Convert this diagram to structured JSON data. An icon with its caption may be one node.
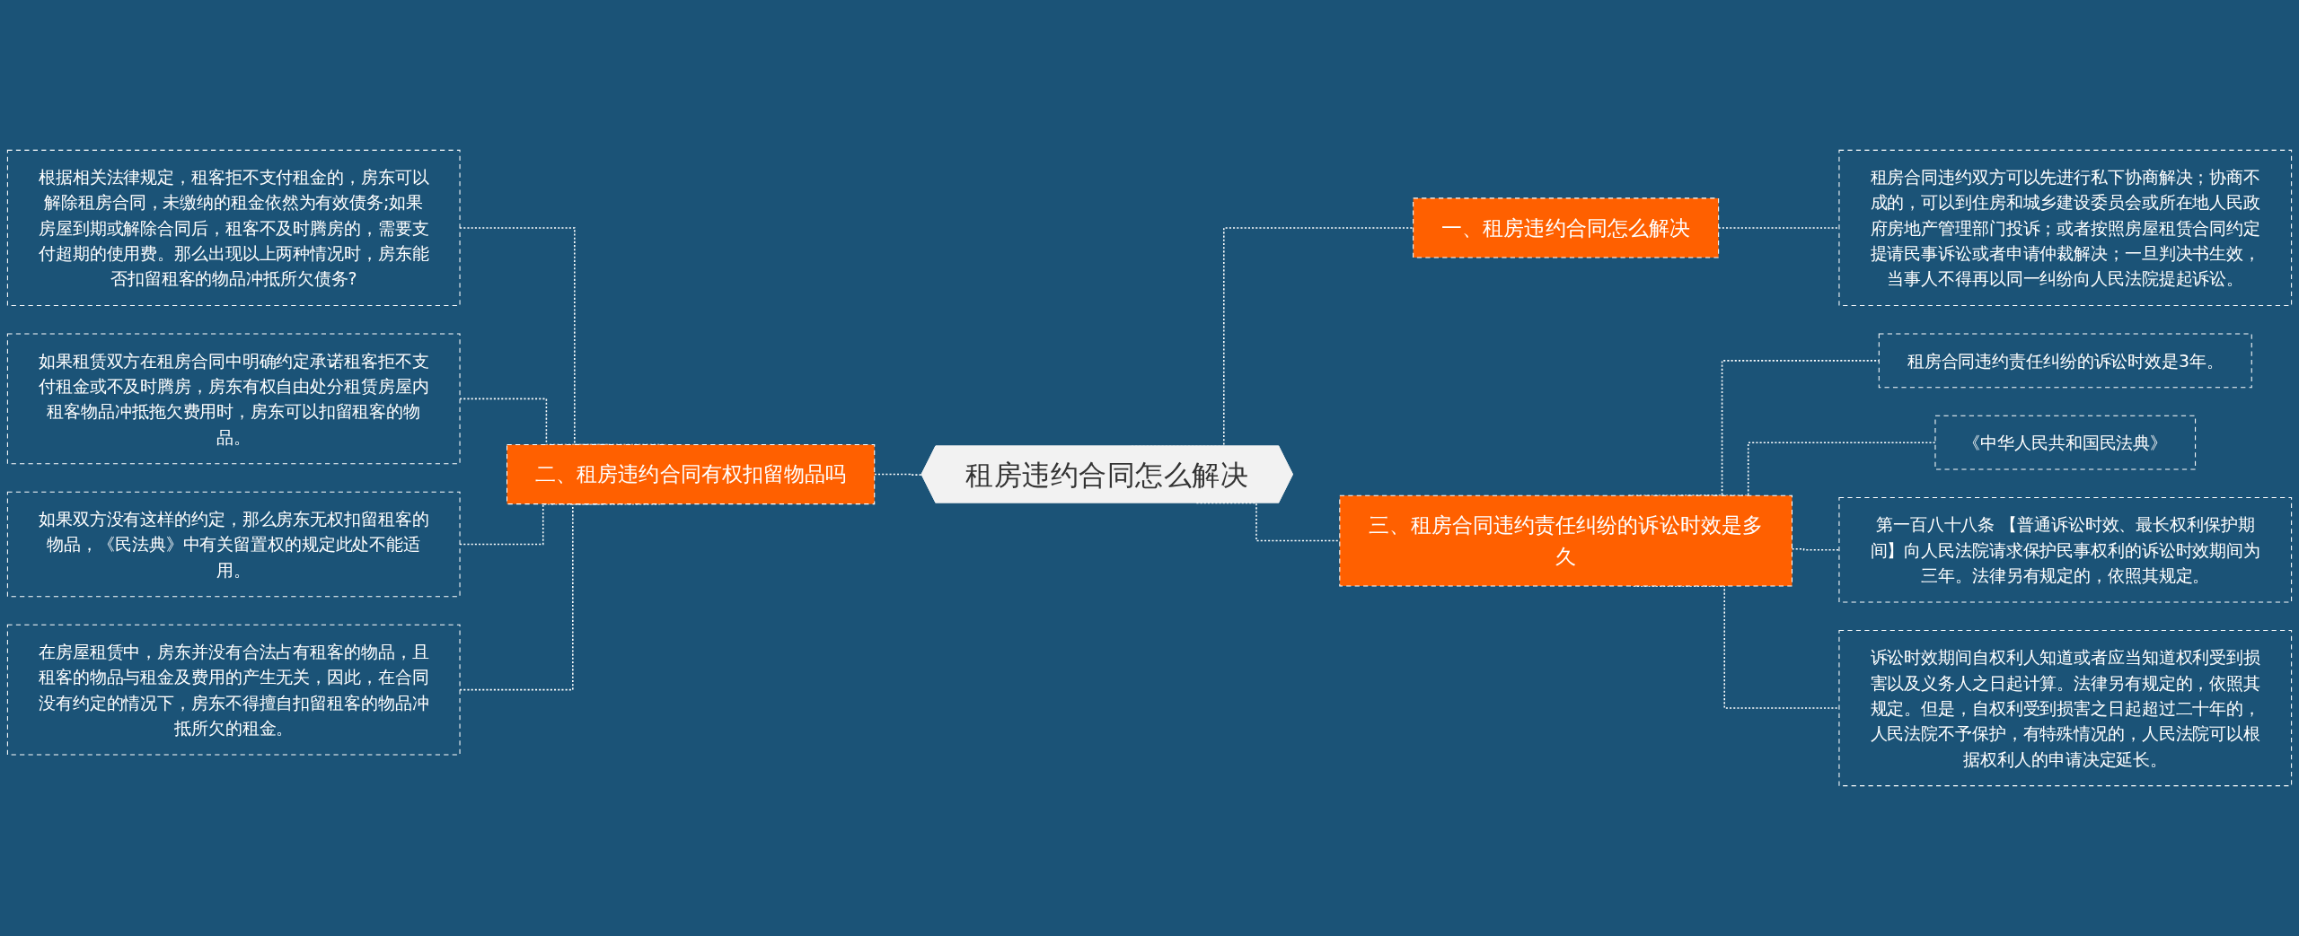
{
  "diagram": {
    "nodes": [
      {
        "text": [
          "租房违约合同怎么解决"
        ]
      },
      {
        "text": [
          "一、租房违约合同怎么解决"
        ]
      },
      {
        "text": [
          "租房合同违约双方可以先进行私下协商解决；协商不成的，可以到住房和城乡建设委员会或所在地人民政府房地产管理部门投诉；或者按照房屋租赁合同约定提请民事诉讼或者申请仲裁解决；一旦判决书生效，当事人不得再以同一纠纷向人民法院提起诉讼。"
        ]
      },
      {
        "text": [
          "二、租房违约合同有权扣留物品吗"
        ]
      },
      {
        "text": [
          "根据相关法律规定，租客拒不支付租金的，房东可以解除租房合同，未缴纳的租金依然为有效债务;如果房屋到期或解除合同后，租客不及时腾房的，需要支付超期的使用费。那么出现以上两种情况时，房东能否扣留租客的物品冲抵所欠债务?"
        ]
      },
      {
        "text": [
          "如果租赁双方在租房合同中明确约定承诺租客拒不支付租金或不及时腾房，房东有权自由处分租赁房屋内租客物品冲抵拖欠费用时，房东可以扣留租客的物品。"
        ]
      },
      {
        "text": [
          "如果双方没有这样的约定，那么房东无权扣留租客的物品，《民法典》中有关留置权的规定此处不能适用。"
        ]
      },
      {
        "text": [
          "在房屋租赁中，房东并没有合法占有租客的物品，且租客的物品与租金及费用的产生无关，因此，在合同没有约定的情况下，房东不得擅自扣留租客的物品冲抵所欠的租金。"
        ]
      },
      {
        "text": [
          "三、租房合同违约责任纠纷的诉讼时效是多久"
        ]
      },
      {
        "text": [
          "租房合同违约责任纠纷的诉讼时效是3年。"
        ]
      },
      {
        "text": [
          "《中华人民共和国民法典》"
        ]
      },
      {
        "text": [
          "第一百八十八条 【普通诉讼时效、最长权利保护期间】向人民法院请求保护民事权利的诉讼时效期间为三年。法律另有规定的，依照其规定。"
        ]
      },
      {
        "text": [
          "诉讼时效期间自权利人知道或者应当知道权利受到损害以及义务人之日起计算。法律另有规定的，依照其规定。但是，自权利受到损害之日起超过二十年的，人民法院不予保护，有特殊情况的，人民法院可以根据权利人的申请决定延长。"
        ]
      }
    ],
    "edges": [
      {
        "from": 4,
        "to": 3,
        "arrow": "none",
        "style": "dashed"
      },
      {
        "from": 5,
        "to": 3,
        "arrow": "none",
        "style": "dashed"
      },
      {
        "from": 6,
        "to": 3,
        "arrow": "none",
        "style": "dashed"
      },
      {
        "from": 7,
        "to": 3,
        "arrow": "none",
        "style": "dashed"
      },
      {
        "from": 3,
        "to": 0,
        "arrow": "none",
        "style": "dashed"
      },
      {
        "from": 0,
        "to": 1,
        "arrow": "none",
        "style": "dashed"
      },
      {
        "from": 1,
        "to": 2,
        "arrow": "none",
        "style": "dashed"
      },
      {
        "from": 0,
        "to": 8,
        "arrow": "none",
        "style": "dashed"
      },
      {
        "from": 8,
        "to": 9,
        "arrow": "none",
        "style": "dashed"
      },
      {
        "from": 8,
        "to": 10,
        "arrow": "none",
        "style": "dashed"
      },
      {
        "from": 8,
        "to": 11,
        "arrow": "none",
        "style": "dashed"
      },
      {
        "from": 8,
        "to": 12,
        "arrow": "none",
        "style": "dashed"
      }
    ]
  }
}
